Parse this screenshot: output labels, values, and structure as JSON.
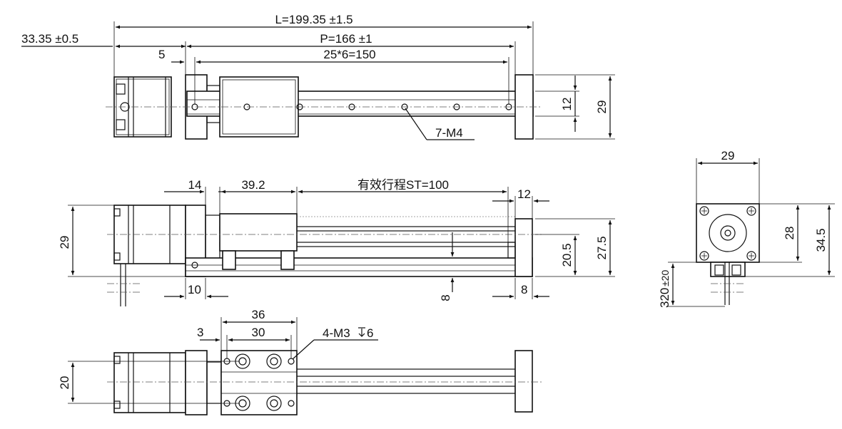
{
  "top_view": {
    "dim_overall": "L=199.35 ±1.5",
    "dim_motor": "33.35 ±0.5",
    "dim_pitch_total": "P=166 ±1",
    "dim_first_hole": "5",
    "dim_hole_spacing": "25*6=150",
    "dim_rail_width": "12",
    "dim_height": "29",
    "callout_holes": "7-M4"
  },
  "side_view": {
    "dim_motor_offset": "14",
    "dim_carriage": "39.2",
    "dim_stroke": "有效行程ST=100",
    "dim_end_block": "12",
    "dim_height": "29",
    "dim_carriage_height": "20.5",
    "dim_total_height": "27.5",
    "dim_left_base": "10",
    "dim_right_base": "8",
    "dim_base_thickness": "8"
  },
  "bottom_view": {
    "dim_plate_width": "36",
    "dim_edge": "3",
    "dim_hole_spacing": "30",
    "callout_tapped": "4-M3",
    "callout_depth": "6",
    "dim_hole_row": "20"
  },
  "end_view": {
    "dim_width": "29",
    "dim_mount": "28",
    "dim_height": "34.5",
    "dim_cable_main": "320",
    "dim_cable_tol": "±20"
  }
}
